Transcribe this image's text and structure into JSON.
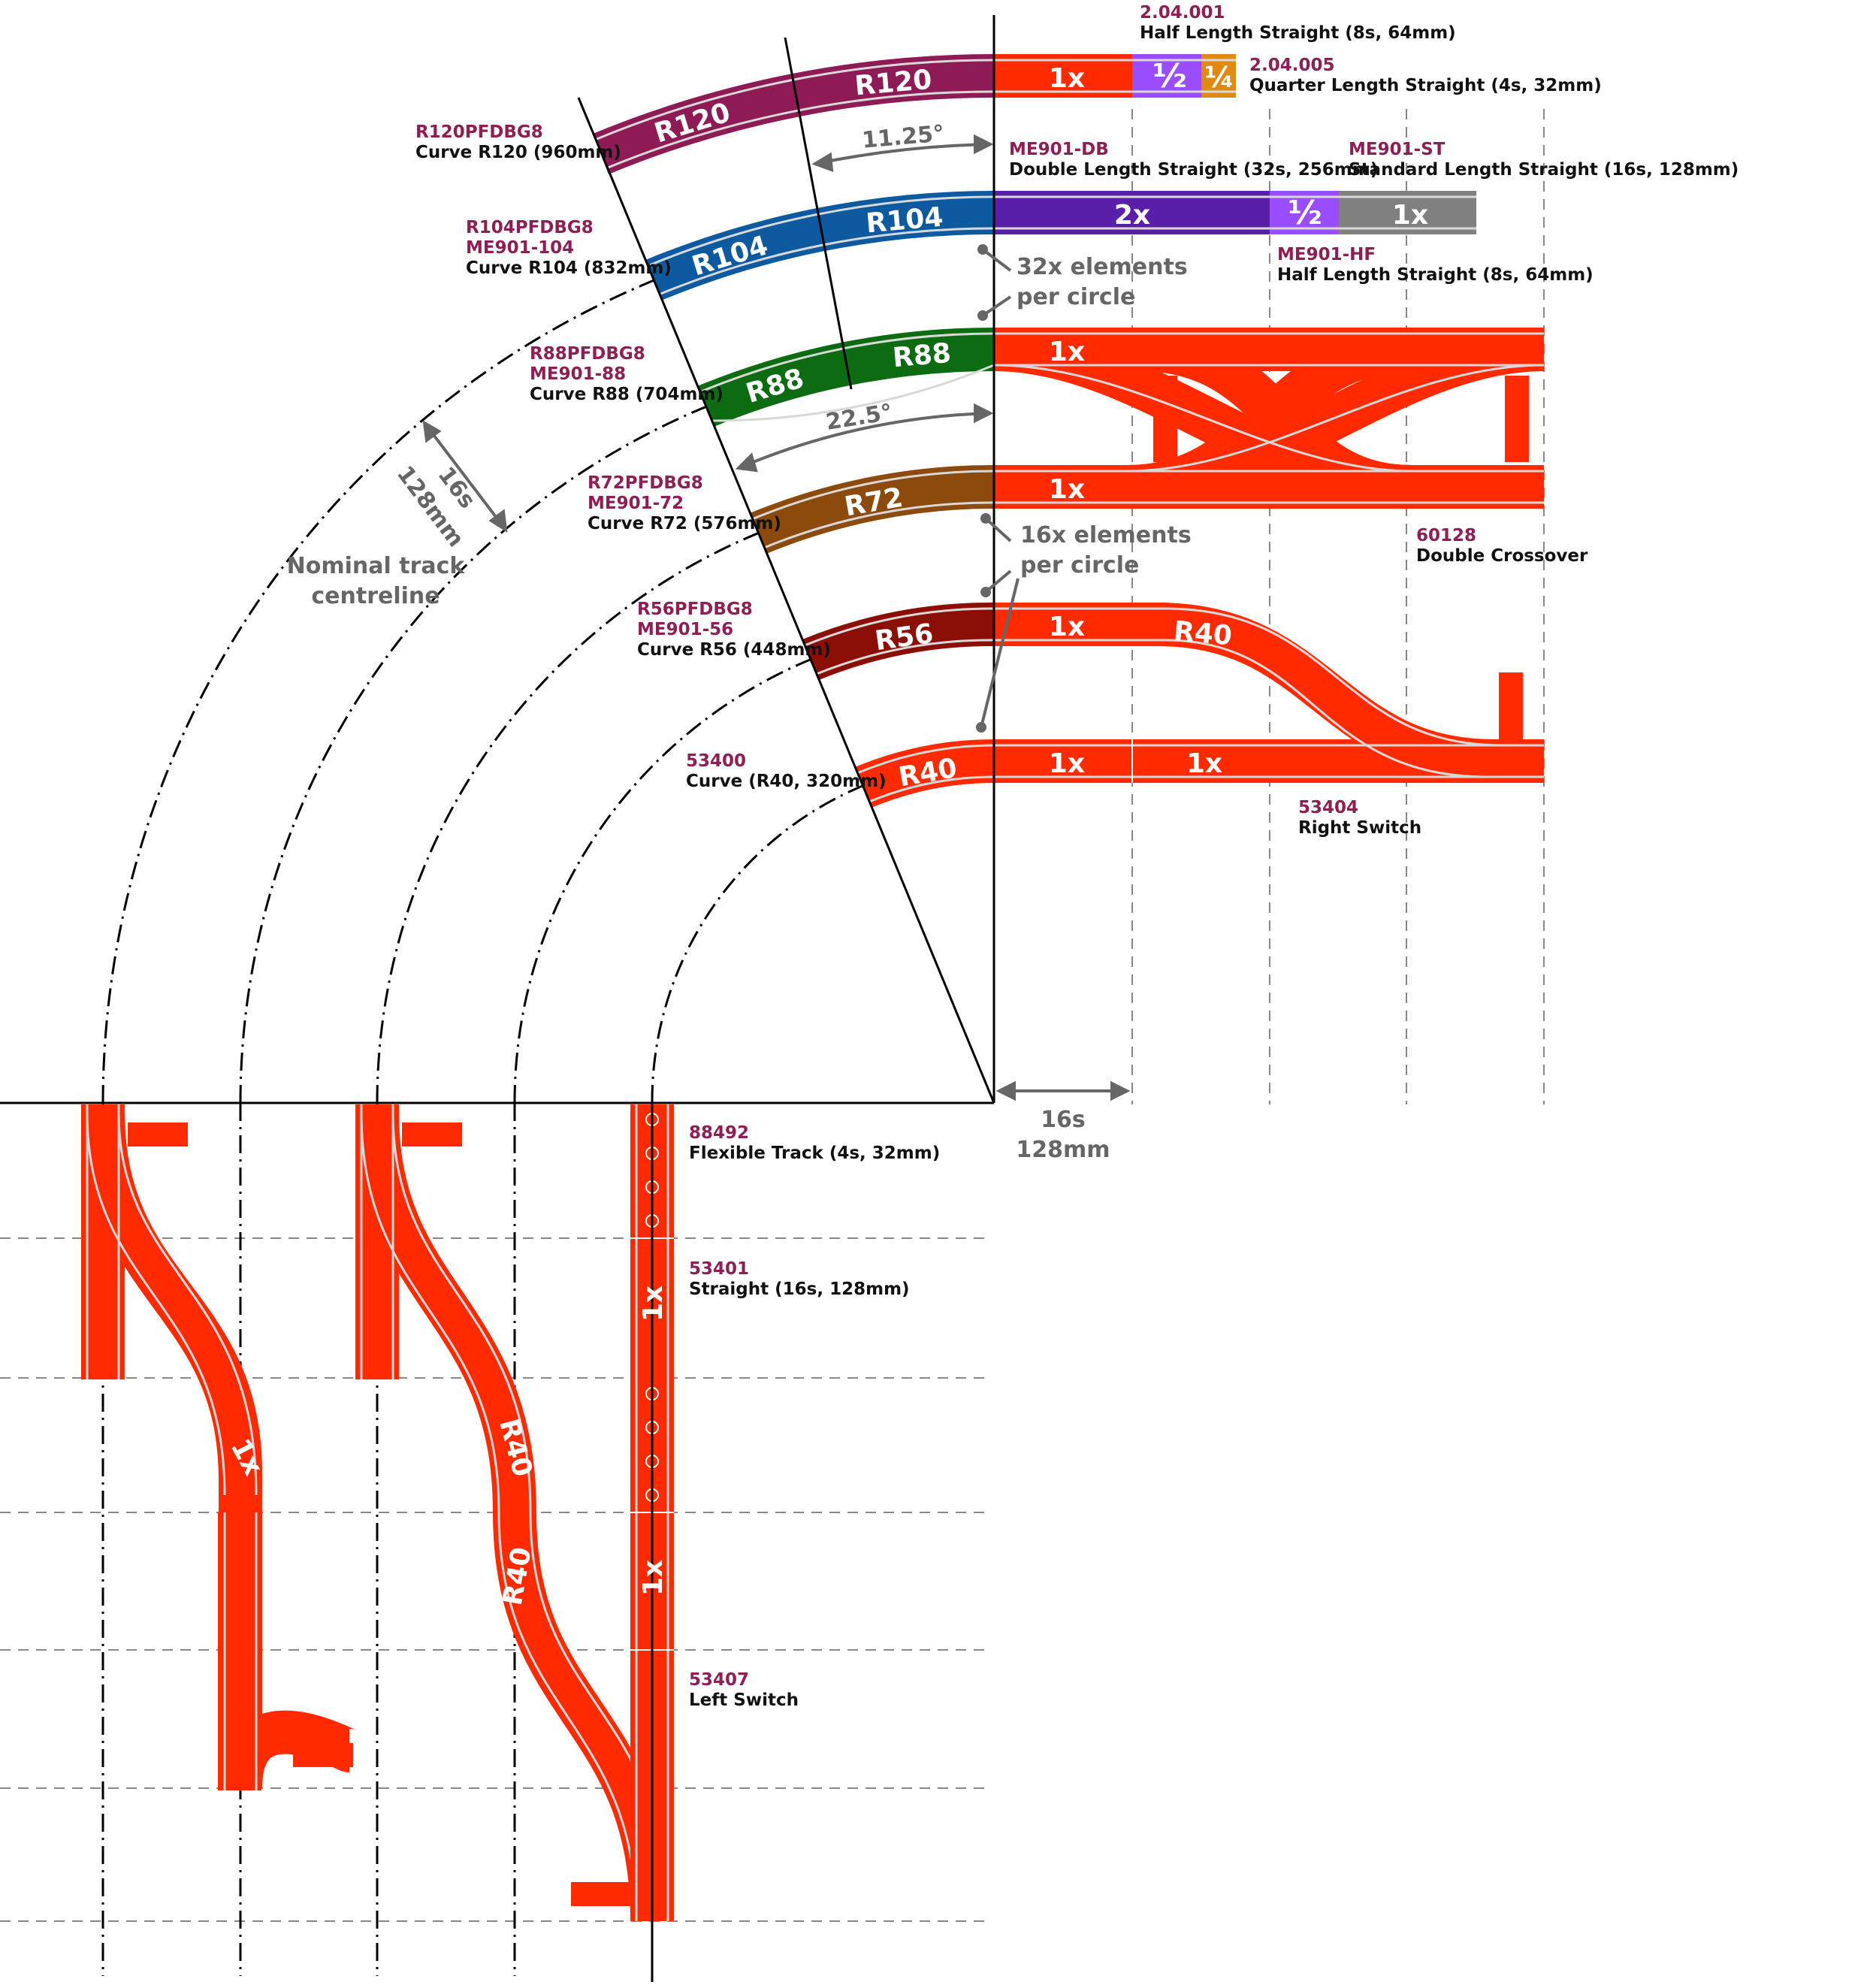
{
  "colors": {
    "r120": "#8e1b55",
    "r104": "#0d5aa0",
    "r88": "#0d6b12",
    "r72": "#8c4a0c",
    "r56": "#8b0f06",
    "r40": "#ff2a00",
    "half": "#9a4dff",
    "quarter": "#e08a12",
    "double": "#5a1fa8",
    "standard": "#808080",
    "code": "#8e1f55",
    "annotation": "#666666"
  },
  "curves": [
    {
      "id": "r120",
      "tag": "R120",
      "codes": [
        "R120PFDBG8"
      ],
      "desc": "Curve R120 (960mm)"
    },
    {
      "id": "r104",
      "tag": "R104",
      "codes": [
        "R104PFDBG8",
        "ME901-104"
      ],
      "desc": "Curve R104 (832mm)"
    },
    {
      "id": "r88",
      "tag": "R88",
      "codes": [
        "R88PFDBG8",
        "ME901-88"
      ],
      "desc": "Curve R88 (704mm)"
    },
    {
      "id": "r72",
      "tag": "R72",
      "codes": [
        "R72PFDBG8",
        "ME901-72"
      ],
      "desc": "Curve R72 (576mm)"
    },
    {
      "id": "r56",
      "tag": "R56",
      "codes": [
        "R56PFDBG8",
        "ME901-56"
      ],
      "desc": "Curve R56 (448mm)"
    },
    {
      "id": "r40",
      "tag": "R40",
      "codes": [
        "53400"
      ],
      "desc": "Curve (R40, 320mm)"
    }
  ],
  "straights": {
    "one_x": "1x",
    "two_x": "2x",
    "half": "½",
    "quarter": "¼",
    "half_length_a": {
      "code": "2.04.001",
      "desc": "Half Length Straight (8s, 64mm)"
    },
    "quarter_length": {
      "code": "2.04.005",
      "desc": "Quarter Length Straight (4s, 32mm)"
    },
    "double_length": {
      "code": "ME901-DB",
      "desc": "Double Length Straight (32s, 256mm)"
    },
    "standard_length": {
      "code": "ME901-ST",
      "desc": "Standard Length Straight (16s, 128mm)"
    },
    "half_length_b": {
      "code": "ME901-HF",
      "desc": "Half Length Straight (8s, 64mm)"
    }
  },
  "points": {
    "double_crossover": {
      "code": "60128",
      "desc": "Double Crossover"
    },
    "right_switch": {
      "code": "53404",
      "desc": "Right Switch"
    },
    "left_switch": {
      "code": "53407",
      "desc": "Left Switch"
    },
    "flexible": {
      "code": "88492",
      "desc": "Flexible Track (4s, 32mm)"
    },
    "straight": {
      "code": "53401",
      "desc": "Straight (16s, 128mm)"
    }
  },
  "annotations": {
    "angle_small": "11.25°",
    "angle_large": "22.5°",
    "elements32_line1": "32x elements",
    "elements32_line2": "per circle",
    "elements16_line1": "16x elements",
    "elements16_line2": "per circle",
    "spacing_line1": "16s",
    "spacing_line2": "128mm",
    "unit_line1": "16s",
    "unit_line2": "128mm",
    "centreline_line1": "Nominal track",
    "centreline_line2": "centreline"
  }
}
